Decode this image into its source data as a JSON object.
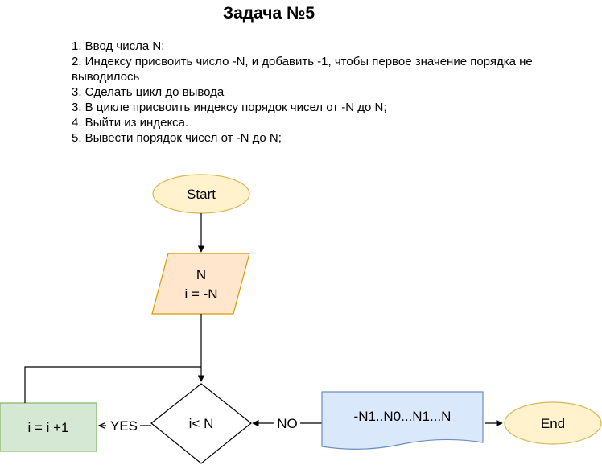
{
  "title": "Задача №5",
  "steps": [
    "1. Ввод числа N;",
    "2. Индексу присвоить число -N, и добавить -1, чтобы первое значение порядка не выводилось",
    "3. Сделать цикл до вывода",
    "3. В цикле присвоить индексу порядок чисел от -N до N;",
    "4. Выйти из индекса.",
    "5. Вывести порядок чисел от -N до N;"
  ],
  "flowchart": {
    "start_label": "Start",
    "input_line1": "N",
    "input_line2": "i = -N",
    "decision_label": "i< N",
    "increment_label": "i = i +1",
    "yes_label": "YES",
    "no_label": "NO",
    "output_label": "-N1..N0...N1...N",
    "end_label": "End"
  },
  "colors": {
    "terminal_fill": "#fff2cc",
    "terminal_stroke": "#d6b656",
    "input_fill": "#ffe6cc",
    "input_stroke": "#d79b00",
    "process_fill": "#d5e8d4",
    "process_stroke": "#82b366",
    "output_fill": "#dae8fc",
    "output_stroke": "#6c8ebf",
    "line": "#000000"
  }
}
